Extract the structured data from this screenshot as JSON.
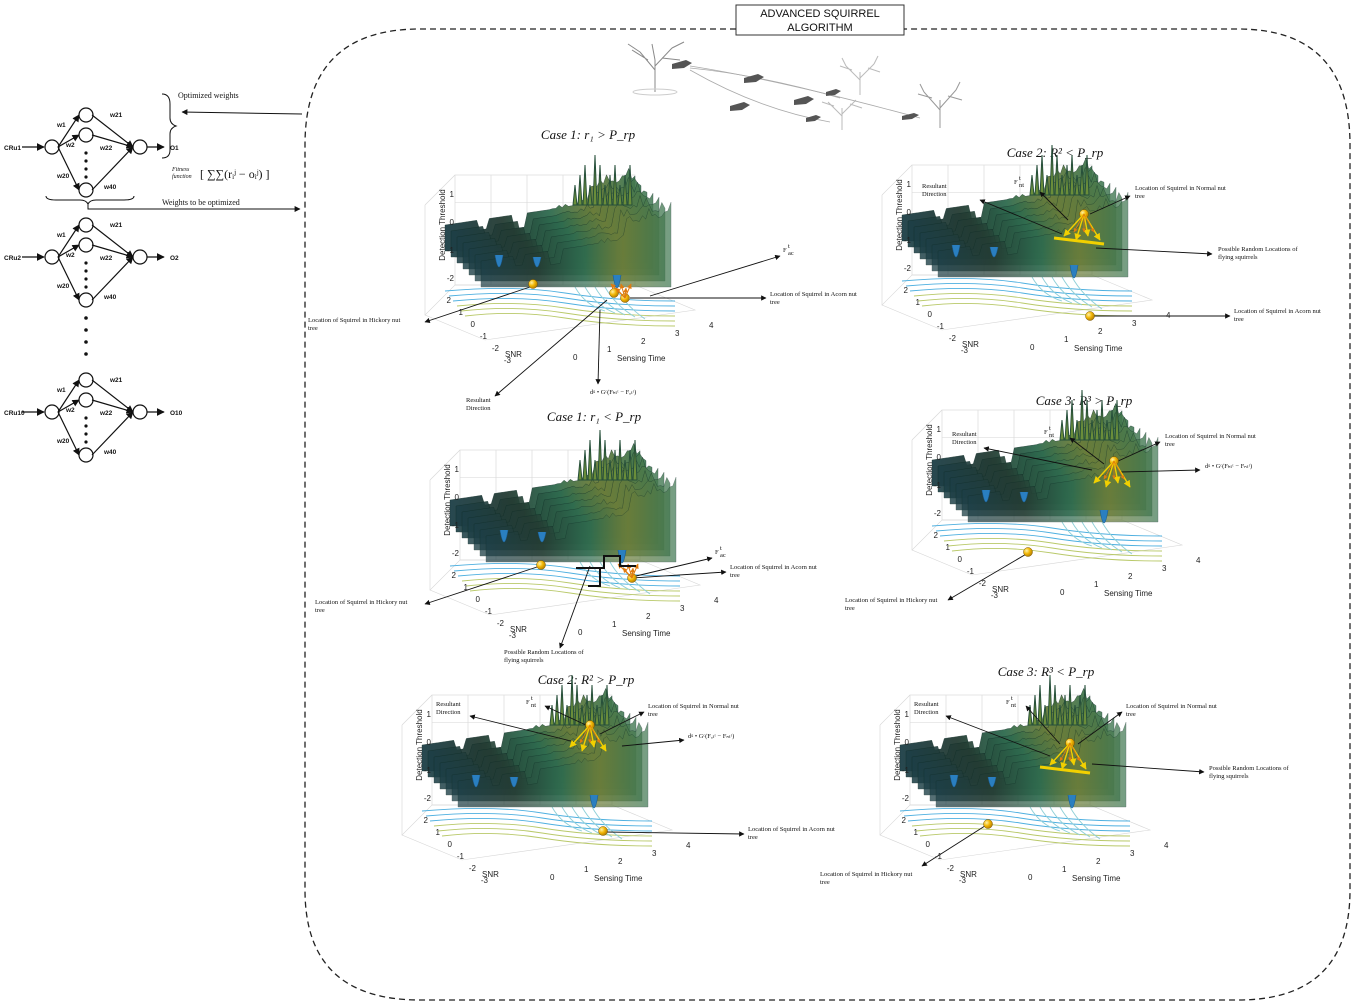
{
  "header": {
    "title_line1": "ADVANCED SQUIRREL",
    "title_line2": "ALGORITHM"
  },
  "network": {
    "blocks": [
      {
        "input": "CRu1",
        "output": "O1",
        "w_top": "w1",
        "w_mid": "w2",
        "w_bot": "w20",
        "o_top": "w21",
        "o_mid": "w22",
        "o_bot": "w40"
      },
      {
        "input": "CRu2",
        "output": "O2",
        "w_top": "w1",
        "w_mid": "w2",
        "w_bot": "w20",
        "o_top": "w21",
        "o_mid": "w22",
        "o_bot": "w40"
      },
      {
        "input": "CRu10",
        "output": "O10",
        "w_top": "w1",
        "w_mid": "w2",
        "w_bot": "w20",
        "o_top": "w21",
        "o_mid": "w22",
        "o_bot": "w40"
      }
    ],
    "optimized_weights": "Optimized  weights",
    "weights_to_optimize": "Weights  to be optimized",
    "fitness_label_1": "Fitness",
    "fitness_label_2": "function",
    "fitness_formula": "[ ∑∑(rᵢʲ − oᵢʲ) ]"
  },
  "axes": {
    "detection": "Detection Threshold",
    "snr": "SNR",
    "sensing": "Sensing Time",
    "z_ticks": [
      "1",
      "0",
      "-1",
      "-2"
    ],
    "snr_ticks": [
      "2",
      "1",
      "0",
      "-1",
      "-2",
      "-3"
    ],
    "time_ticks": [
      "0",
      "1",
      "2",
      "3",
      "4"
    ]
  },
  "plots": [
    {
      "case": "Case 1: r₁ > P_rp",
      "annotations": [
        {
          "text": "F",
          "sub": "ac",
          "sup": "t"
        },
        {
          "text": "Location of Squirrel  in Acorn nut",
          "text2": "tree"
        },
        {
          "text": "Location of Squirrel  in Hickory nut",
          "text2": "tree"
        },
        {
          "text": "Resultant",
          "text2": "Direction"
        },
        {
          "text": "dᵍ • Gᶜ(Fₕₜᵗ − Fₐₜᵗ)"
        }
      ]
    },
    {
      "case": "Case 1: r₁ < P_rp",
      "annotations": [
        {
          "text": "F",
          "sub": "ac",
          "sup": "t"
        },
        {
          "text": "Location of Squirrel  in Acorn nut",
          "text2": "tree"
        },
        {
          "text": "Location of Squirrel  in Hickory nut",
          "text2": "tree"
        },
        {
          "text": "Possible Random Locations of",
          "text2": "flying squirrels"
        }
      ]
    },
    {
      "case": "Case 2: R² > P_rp",
      "annotations": [
        {
          "text": "Resultant",
          "text2": "Direction"
        },
        {
          "text": "F",
          "sub": "nt",
          "sup": "t"
        },
        {
          "text": "Location of Squirrel  in Normal nut",
          "text2": "tree"
        },
        {
          "text": "dᵍ • Gᶜ(Fₐₜᵗ − Fₙₜᵗ)"
        },
        {
          "text": "Location of Squirrel  in Acorn nut",
          "text2": "tree"
        }
      ]
    },
    {
      "case": "Case 2: R² < P_rp",
      "annotations": [
        {
          "text": "Resultant",
          "text2": "Direction"
        },
        {
          "text": "F",
          "sub": "nt",
          "sup": "t"
        },
        {
          "text": "Location of Squirrel  in Normal nut",
          "text2": "tree"
        },
        {
          "text": "Possible Random Locations of",
          "text2": "flying squirrels"
        },
        {
          "text": "Location of Squirrel  in Acorn nut",
          "text2": "tree"
        }
      ]
    },
    {
      "case": "Case 3: R³ > P_rp",
      "annotations": [
        {
          "text": "Resultant",
          "text2": "Direction"
        },
        {
          "text": "F",
          "sub": "nt",
          "sup": "t"
        },
        {
          "text": "Location of Squirrel  in Normal nut",
          "text2": "tree"
        },
        {
          "text": "dᵍ • Gᶜ(Fₕₜᵗ − Fₙₜᵗ)"
        },
        {
          "text": "Location of Squirrel  in Hickory nut",
          "text2": "tree"
        }
      ]
    },
    {
      "case": "Case 3: R³ < P_rp",
      "annotations": [
        {
          "text": "Resultant",
          "text2": "Direction"
        },
        {
          "text": "F",
          "sub": "nt",
          "sup": "t"
        },
        {
          "text": "Location of Squirrel  in Normal nut",
          "text2": "tree"
        },
        {
          "text": "Possible Random Locations of",
          "text2": "flying squirrels"
        },
        {
          "text": "Location of Squirrel  in Hickory nut",
          "text2": "tree"
        }
      ]
    }
  ],
  "colors": {
    "surface_dark": "#1f4a45",
    "surface_mid": "#2e6b4f",
    "surface_light": "#7a8a3a",
    "contour_blue": "#4fb0e0",
    "squirrel": "#f2b705",
    "arrow_yellow": "#f2d000",
    "arrow_orange": "#e07b10"
  }
}
